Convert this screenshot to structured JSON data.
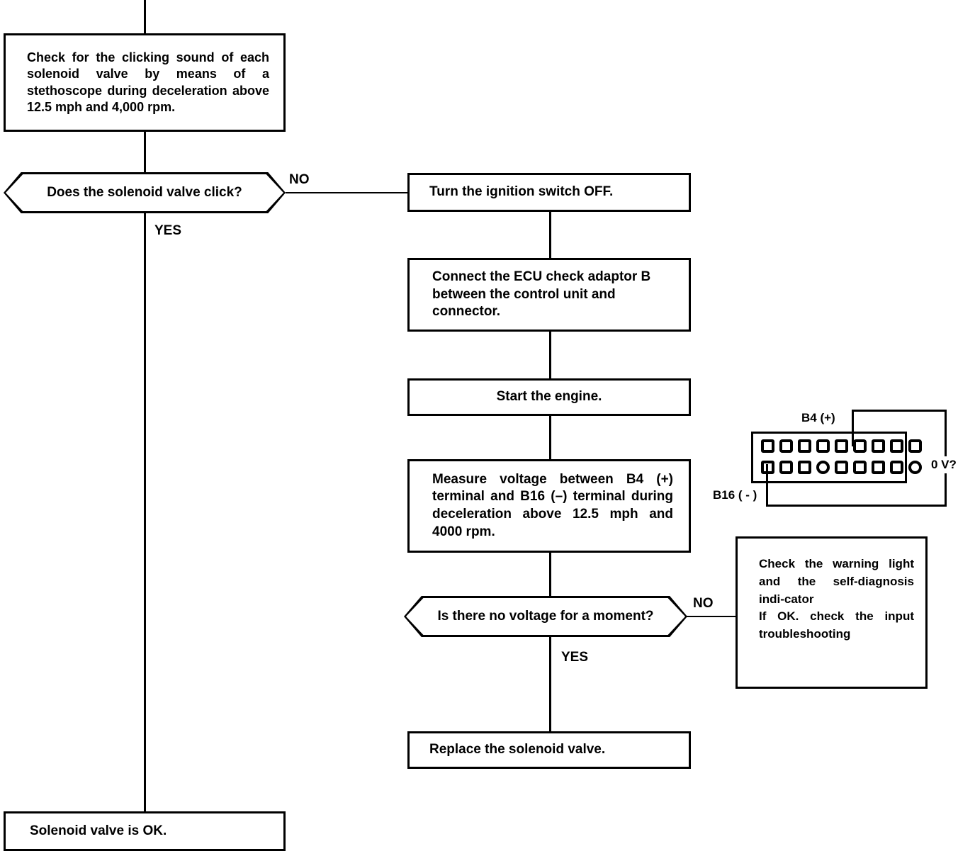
{
  "document": {
    "title": "Solenoid valve clicking-sound troubleshooting flowchart"
  },
  "flow": {
    "step_check_clicking": {
      "text": "Check for the clicking sound of each solenoid valve by means of a stethoscope during deceleration above 12.5 mph and 4,000 rpm."
    },
    "decision_valve_click": {
      "question": "Does the solenoid valve click?",
      "yes_label": "YES",
      "no_label": "NO"
    },
    "step_ignition_off": {
      "text": "Turn the ignition switch OFF."
    },
    "step_connect_adaptor": {
      "text": "Connect the ECU check adaptor B between the control unit and connector."
    },
    "step_start_engine": {
      "text": "Start the engine."
    },
    "step_measure_voltage": {
      "text": "Measure voltage between B4 (+) terminal and B16 (–) terminal during deceleration above 12.5 mph and 4000 rpm."
    },
    "decision_no_voltage": {
      "question": "Is there no voltage for a moment?",
      "yes_label": "YES",
      "no_label": "NO"
    },
    "step_check_warning": {
      "text_justified": "Check the warning light and the self-diagnosis indi-cator",
      "text_rest": "If OK. check the input troubleshooting"
    },
    "step_replace_valve": {
      "text": "Replace the solenoid valve."
    },
    "result_valve_ok": {
      "text": "Solenoid valve is OK."
    }
  },
  "connector_diagram": {
    "label_b4": "B4 (+)",
    "label_b16": "B16 ( - )",
    "label_voltage": "0 V?",
    "rows": 2,
    "pins_per_row": 9,
    "b4_pin_index": 6,
    "b16_pin_index": 1
  },
  "colors": {
    "ink": "#000000",
    "paper": "#ffffff"
  }
}
